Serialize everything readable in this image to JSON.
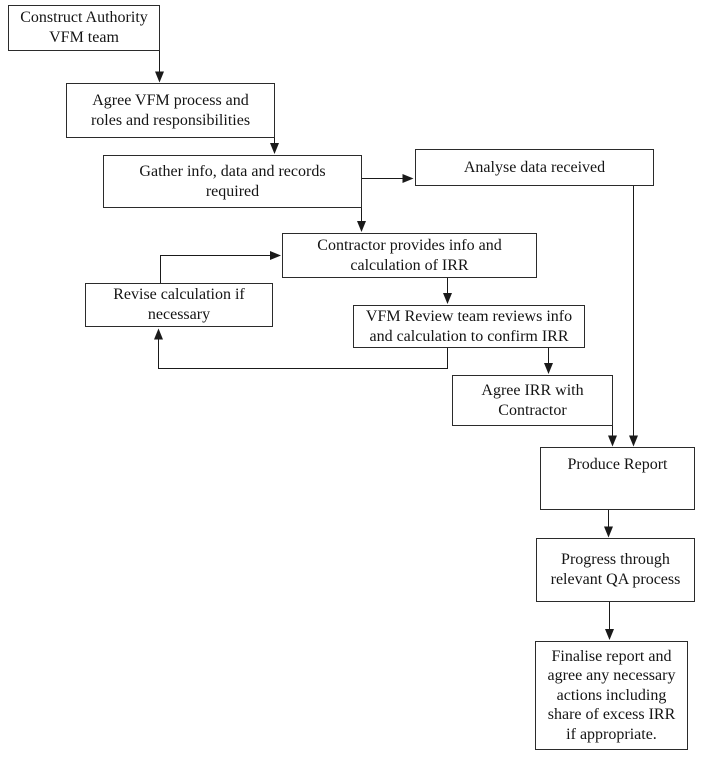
{
  "diagram": {
    "type": "flowchart",
    "background_color": "#ffffff",
    "line_color": "#1a1a1a",
    "box_border_color": "#2b2b2b",
    "nodes": [
      {
        "id": "construct-authority-vfm-team",
        "label": "Construct Authority\nVFM team"
      },
      {
        "id": "agree-vfm-process",
        "label": "Agree VFM process and\nroles and responsibilities"
      },
      {
        "id": "gather-info",
        "label": "Gather info, data and records\nrequired"
      },
      {
        "id": "analyse-data-received",
        "label": "Analyse data received"
      },
      {
        "id": "contractor-provides-info",
        "label": "Contractor provides info and\ncalculation of IRR"
      },
      {
        "id": "revise-calculation",
        "label": "Revise calculation if\nnecessary"
      },
      {
        "id": "vfm-review-team",
        "label": "VFM Review team reviews info\nand calculation to confirm IRR"
      },
      {
        "id": "agree-irr-with-contractor",
        "label": "Agree IRR with\nContractor"
      },
      {
        "id": "produce-report",
        "label": "Produce Report"
      },
      {
        "id": "progress-qa",
        "label": "Progress through\nrelevant QA process"
      },
      {
        "id": "finalise-report",
        "label": "Finalise report and\nagree any necessary\nactions including\nshare of excess IRR\nif appropriate."
      }
    ],
    "edges": [
      {
        "from": "construct-authority-vfm-team",
        "to": "agree-vfm-process"
      },
      {
        "from": "agree-vfm-process",
        "to": "gather-info"
      },
      {
        "from": "gather-info",
        "to": "analyse-data-received"
      },
      {
        "from": "gather-info",
        "to": "contractor-provides-info"
      },
      {
        "from": "contractor-provides-info",
        "to": "vfm-review-team"
      },
      {
        "from": "revise-calculation",
        "to": "contractor-provides-info"
      },
      {
        "from": "vfm-review-team",
        "to": "revise-calculation"
      },
      {
        "from": "vfm-review-team",
        "to": "agree-irr-with-contractor"
      },
      {
        "from": "agree-irr-with-contractor",
        "to": "produce-report"
      },
      {
        "from": "analyse-data-received",
        "to": "produce-report"
      },
      {
        "from": "produce-report",
        "to": "progress-qa"
      },
      {
        "from": "progress-qa",
        "to": "finalise-report"
      }
    ]
  }
}
